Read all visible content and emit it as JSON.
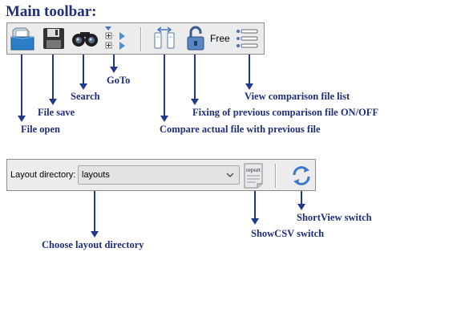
{
  "heading": "Main toolbar:",
  "main_toolbar": {
    "free_label": "Free",
    "icons": {
      "file_open": "folder-open-icon",
      "file_save": "floppy-disk-icon",
      "search": "binoculars-icon",
      "goto": "goto-tree-icon",
      "compare": "compare-files-icon",
      "fixing": "padlock-open-icon",
      "view_list": "list-icon"
    }
  },
  "layout_toolbar": {
    "label": "Layout directory:",
    "directory_value": "layouts",
    "showcsv_icon_text": "report"
  },
  "annotations": {
    "file_open": "File open",
    "file_save": "File save",
    "search": "Search",
    "goto": "GoTo",
    "compare": "Compare actual file with previous file",
    "fixing": "Fixing of previous comparison file ON/OFF",
    "view_list": "View comparison file list",
    "choose_layout": "Choose layout directory",
    "showcsv": "ShowCSV switch",
    "shortview": "ShortView switch"
  },
  "colors": {
    "annotation_text": "#1f2f7a",
    "arrow": "#1f3a8a",
    "toolbar_bg": "#ececec"
  }
}
